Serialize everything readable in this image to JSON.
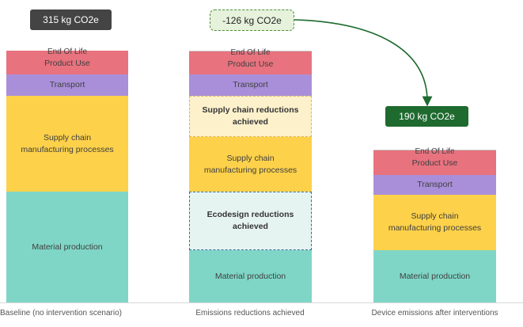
{
  "pills": {
    "baseline_total": "315 kg CO2e",
    "reduction_total": "-126 kg CO2e",
    "after_total": "190 kg CO2e"
  },
  "segments": {
    "end_of_life": "End Of Life",
    "product_use": "Product Use",
    "transport": "Transport",
    "supply_chain": "Supply chain\nmanufacturing processes",
    "material": "Material production"
  },
  "reductions": {
    "supply_chain": "Supply chain reductions\nachieved",
    "ecodesign": "Ecodesign reductions\nachieved"
  },
  "x_labels": {
    "baseline": "Baseline (no intervention scenario)",
    "reductions": "Emissions reductions achieved",
    "after": "Device emissions after interventions"
  },
  "colors": {
    "end_of_life_product_use": "#e8727e",
    "transport": "#a98fd9",
    "supply_chain": "#fdd14a",
    "material": "#7fd6c6",
    "arrow": "#1e6a2f"
  }
}
